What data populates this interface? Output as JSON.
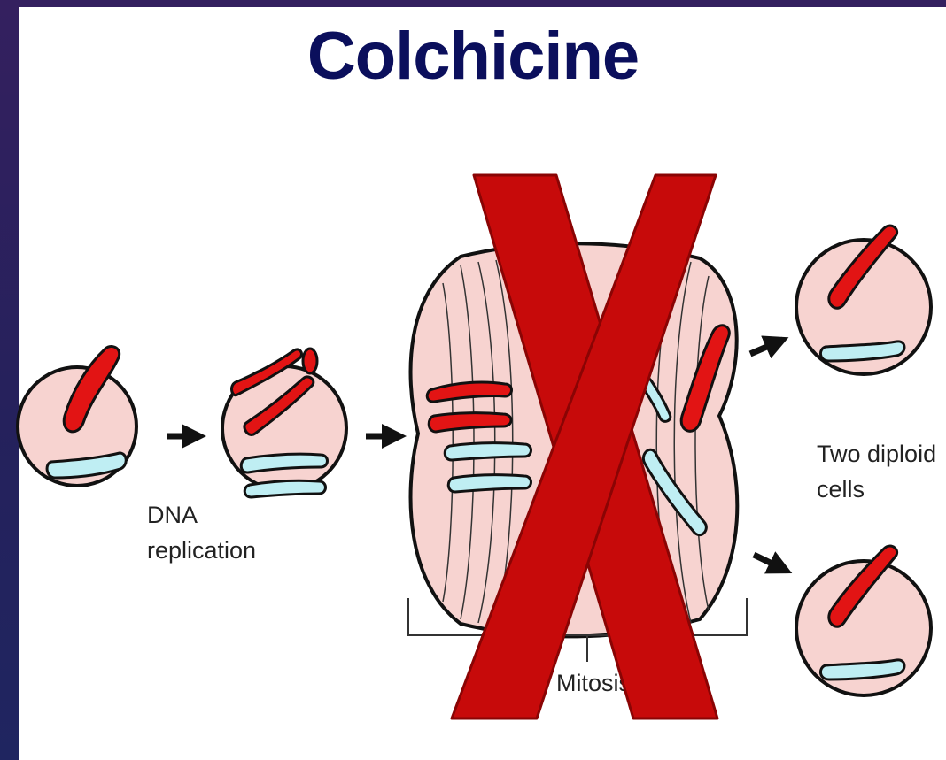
{
  "title": "Colchicine",
  "labels": {
    "dna_replication_line1": "DNA",
    "dna_replication_line2": "replication",
    "two_diploid_line1": "Two diploid",
    "two_diploid_line2": "cells",
    "mitosis": "Mitosis"
  },
  "colors": {
    "cell_fill": "#f7d3d0",
    "red_chromosome": "#e21414",
    "blue_chromosome": "#bfeef3",
    "cross_mark": "#c70a0a",
    "title": "#0b0f5c"
  },
  "overlay": {
    "icon": "cross-mark-icon"
  }
}
